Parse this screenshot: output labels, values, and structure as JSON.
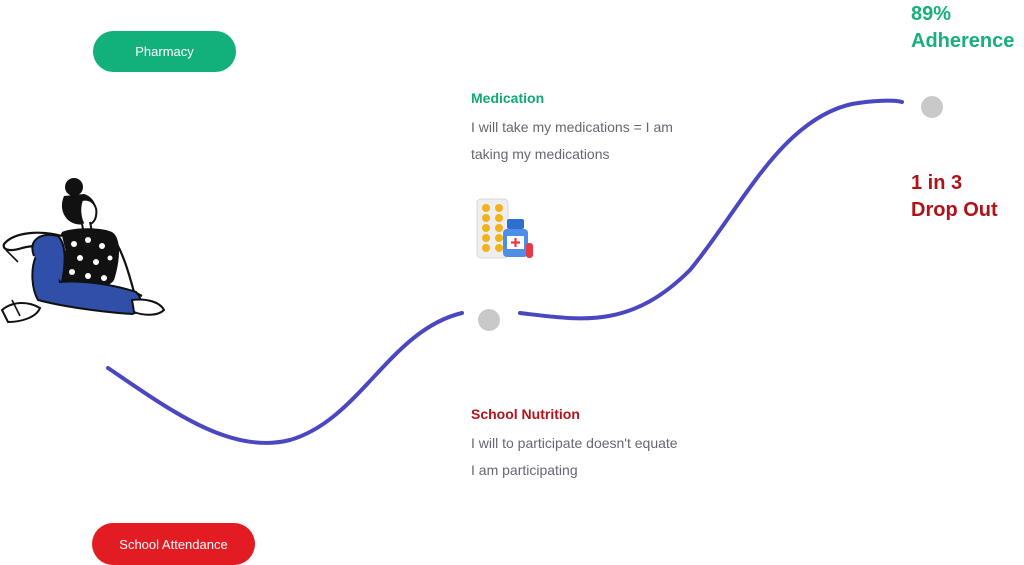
{
  "pills": {
    "pharmacy": {
      "label": "Pharmacy",
      "color": "#12b07a"
    },
    "school_attendance": {
      "label": "School Attendance",
      "color": "#e31c23"
    }
  },
  "medication": {
    "heading": "Medication",
    "line1": "I will take my medications = I am",
    "line2": "taking my medications",
    "icon": "pill-blister-and-bottle-icon"
  },
  "school_nutrition": {
    "heading": "School Nutrition",
    "line1": "I will to participate doesn't equate",
    "line2": "I am  participating"
  },
  "stats": {
    "adherence": {
      "value": "89%",
      "label": "Adherence",
      "color": "#17b07a"
    },
    "dropout": {
      "value": "1 in 3",
      "label": "Drop Out",
      "color": "#b01218"
    }
  },
  "curve": {
    "color": "#4a47c0",
    "node_color": "#c9c9c9"
  },
  "illustration": "seated-person-illustration"
}
